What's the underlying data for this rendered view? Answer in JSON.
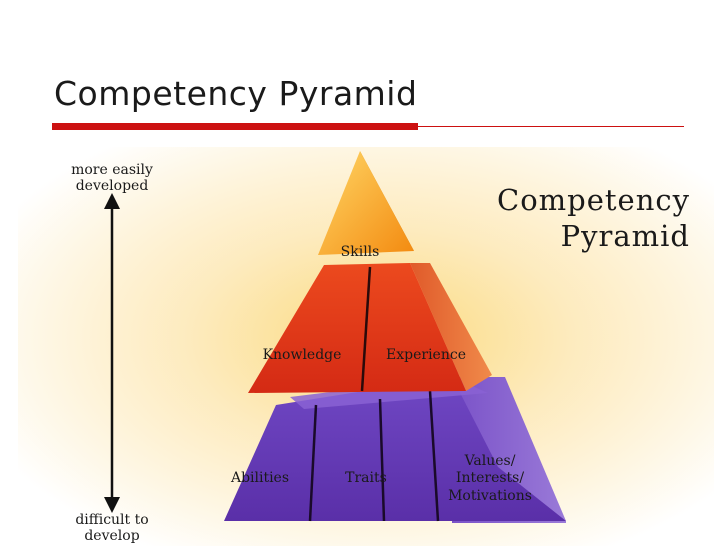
{
  "slide": {
    "title": "Competency Pyramid"
  },
  "diagram": {
    "heading_line1": "Competency",
    "heading_line2": "Pyramid",
    "top_label_line1": "more easily",
    "top_label_line2": "developed",
    "bottom_label_line1": "difficult to",
    "bottom_label_line2": "develop",
    "tiers": {
      "top": {
        "label": "Skills"
      },
      "middle": {
        "labels": [
          "Knowledge",
          "Experience"
        ]
      },
      "bottom": {
        "labels": [
          "Abilities",
          "Traits"
        ],
        "multiline_label": [
          "Values/",
          "Interests/",
          "Motivations"
        ]
      }
    }
  },
  "colors": {
    "accent_red": "#cc1111",
    "tier_top": "#f7a21b",
    "tier_middle": "#e83a1a",
    "tier_bottom": "#6b3fb8",
    "glow": "#fbd97a"
  }
}
